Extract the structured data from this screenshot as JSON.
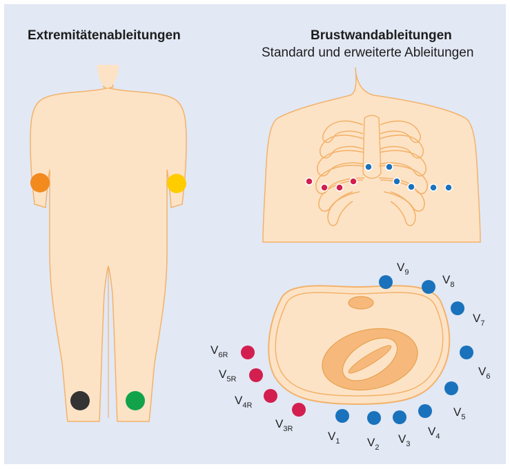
{
  "limb_section": {
    "title": "Extremitätenableitungen"
  },
  "chest_section": {
    "title": "Brustwandableitungen",
    "subtitle": "Standard und erweiterte Ableitungen"
  },
  "colors": {
    "skin": "#fde3c6",
    "skin_outline": "#f3b26a",
    "background": "#e2e8f4",
    "electrode_red_arm": "#f28a1e",
    "electrode_left_arm": "#ffcc00",
    "electrode_right_leg": "#333333",
    "electrode_left_leg": "#12a34a",
    "lead_standard": "#1a72bc",
    "lead_right": "#d21f4f"
  },
  "leads": [
    {
      "base": "V",
      "sub": "1"
    },
    {
      "base": "V",
      "sub": "2"
    },
    {
      "base": "V",
      "sub": "3"
    },
    {
      "base": "V",
      "sub": "4"
    },
    {
      "base": "V",
      "sub": "5"
    },
    {
      "base": "V",
      "sub": "6"
    },
    {
      "base": "V",
      "sub": "7"
    },
    {
      "base": "V",
      "sub": "8"
    },
    {
      "base": "V",
      "sub": "9"
    },
    {
      "base": "V",
      "sub": "3R"
    },
    {
      "base": "V",
      "sub": "4R"
    },
    {
      "base": "V",
      "sub": "5R"
    },
    {
      "base": "V",
      "sub": "6R"
    }
  ]
}
